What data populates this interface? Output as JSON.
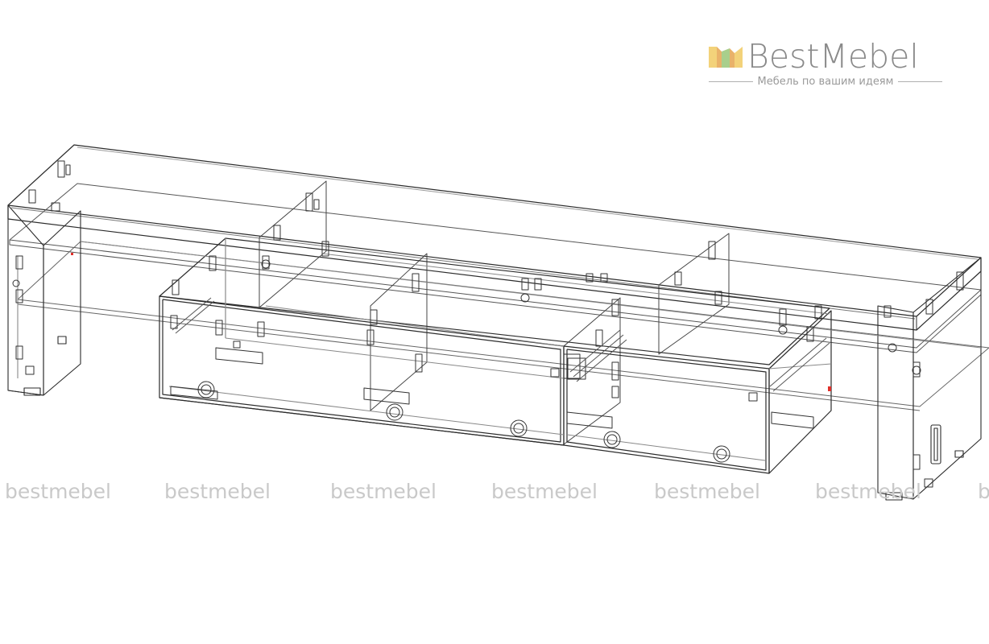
{
  "brand": {
    "name": "BestMebel",
    "tagline": "Мебель по вашим идеям",
    "colors": {
      "bar1": "#f3d27a",
      "bar2": "#a9cf8c",
      "bar3": "#e9b26a",
      "text": "#8a8a8a"
    }
  },
  "watermarks": [
    "bestmebel",
    "bestmebel",
    "bestmebel",
    "bestmebel",
    "bestmebel",
    "bestmebel",
    "b"
  ],
  "drawing": {
    "subject": "tv-stand-wireframe",
    "line_color": "#2b2b2b",
    "accent_color": "#e0302a"
  }
}
